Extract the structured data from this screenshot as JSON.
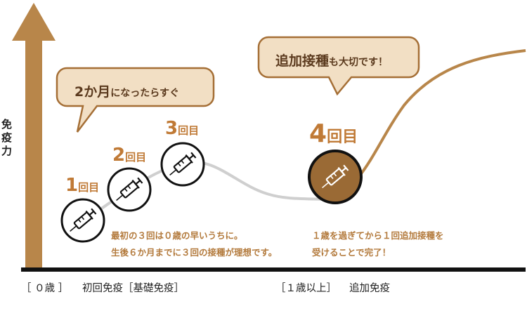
{
  "y_axis_label": "免疫力",
  "doses": [
    {
      "num": "1",
      "unit": "回目"
    },
    {
      "num": "2",
      "unit": "回目"
    },
    {
      "num": "3",
      "unit": "回目"
    },
    {
      "num": "4",
      "unit": "回目"
    }
  ],
  "bubble_primary": {
    "emph": "2か月",
    "rest": "になったらすぐ"
  },
  "bubble_booster": {
    "emph": "追加接種",
    "rest": "も大切です！"
  },
  "note_primary": [
    "最初の３回は０歳の早いうちに。",
    "生後６か月までに３回の接種が理想です。"
  ],
  "note_booster": [
    "１歳を過ぎてから１回追加接種を",
    "受けることで完了！"
  ],
  "x_labels": {
    "age0": "［ ０歳 ］",
    "primary_label": "初回免疫［基礎免疫］",
    "age1": "［１歳以上］",
    "booster_label": "追加免疫"
  },
  "colors": {
    "brown": "#b8864a",
    "dark_brown": "#9a6a35",
    "bubble_fill": "#f2dfc4",
    "bubble_stroke": "#a56f36",
    "gray_line": "#cfcfcf",
    "axis_black": "#111111"
  }
}
